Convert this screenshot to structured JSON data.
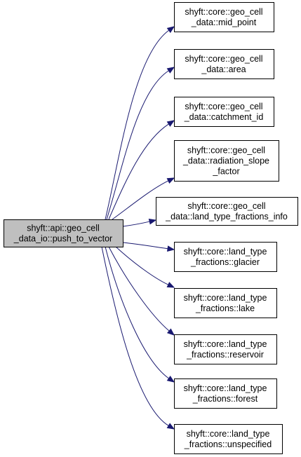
{
  "diagram": {
    "type": "call-graph",
    "root": {
      "id": "root",
      "lines": [
        "shyft::api::geo_cell",
        "_data_io::push_to_vector"
      ]
    },
    "callees": [
      {
        "id": "mid_point",
        "lines": [
          "shyft::core::geo_cell",
          "_data::mid_point"
        ]
      },
      {
        "id": "area",
        "lines": [
          "shyft::core::geo_cell",
          "_data::area"
        ]
      },
      {
        "id": "catchment_id",
        "lines": [
          "shyft::core::geo_cell",
          "_data::catchment_id"
        ]
      },
      {
        "id": "radiation_slope_factor",
        "lines": [
          "shyft::core::geo_cell",
          "_data::radiation_slope",
          "_factor"
        ]
      },
      {
        "id": "land_type_fractions_info",
        "lines": [
          "shyft::core::geo_cell",
          "_data::land_type_fractions_info"
        ]
      },
      {
        "id": "glacier",
        "lines": [
          "shyft::core::land_type",
          "_fractions::glacier"
        ]
      },
      {
        "id": "lake",
        "lines": [
          "shyft::core::land_type",
          "_fractions::lake"
        ]
      },
      {
        "id": "reservoir",
        "lines": [
          "shyft::core::land_type",
          "_fractions::reservoir"
        ]
      },
      {
        "id": "forest",
        "lines": [
          "shyft::core::land_type",
          "_fractions::forest"
        ]
      },
      {
        "id": "unspecified",
        "lines": [
          "shyft::core::land_type",
          "_fractions::unspecified"
        ]
      }
    ],
    "colors": {
      "edge": "#191970",
      "root_fill": "#bfbfbf",
      "node_fill": "#ffffff",
      "node_stroke": "#000000"
    }
  }
}
